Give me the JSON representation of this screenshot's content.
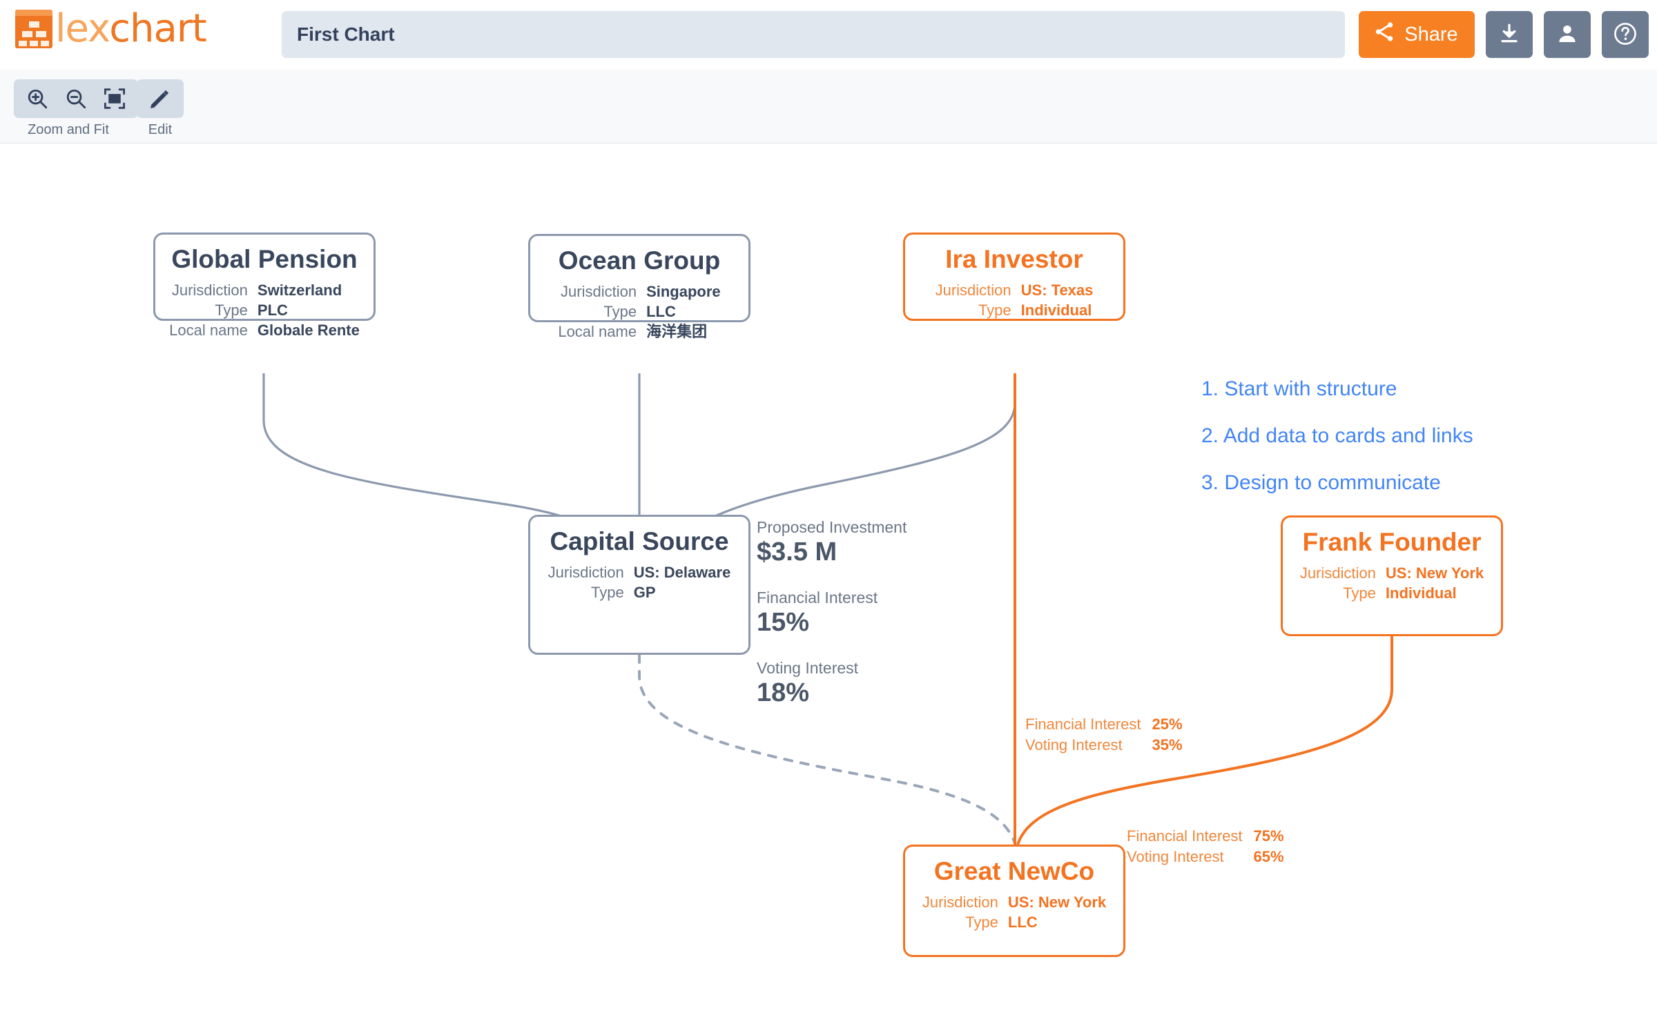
{
  "app": {
    "brand_lex": "lex",
    "brand_chart": "chart",
    "logo_icon": "lexchart-logo-icon"
  },
  "header": {
    "chart_title_value": "First Chart",
    "chart_title_placeholder": "Chart name",
    "share_label": "Share",
    "share_icon": "share-icon",
    "download_icon": "download-icon",
    "account_icon": "person-icon",
    "help_icon": "help-circle-icon",
    "accent_color": "#f37321",
    "gray_button_color": "#6d7b91"
  },
  "toolbar": {
    "zoom_in_icon": "zoom-in-icon",
    "zoom_out_icon": "zoom-out-icon",
    "fit_icon": "fit-to-screen-icon",
    "zoom_group_label": "Zoom and Fit",
    "edit_icon": "pencil-icon",
    "edit_label": "Edit"
  },
  "steps": [
    "1. Start with structure",
    "2. Add data to cards and links",
    "3. Design to communicate"
  ],
  "chart_data": {
    "type": "diagram",
    "title": "First Chart",
    "nodes": [
      {
        "id": "global-pension",
        "title": "Global Pension",
        "color": "gray",
        "attrs": [
          {
            "key": "Jurisdiction",
            "value": "Switzerland"
          },
          {
            "key": "Type",
            "value": "PLC"
          },
          {
            "key": "Local name",
            "value": "Globale Rente"
          }
        ]
      },
      {
        "id": "ocean-group",
        "title": "Ocean Group",
        "color": "gray",
        "attrs": [
          {
            "key": "Jurisdiction",
            "value": "Singapore"
          },
          {
            "key": "Type",
            "value": "LLC"
          },
          {
            "key": "Local name",
            "value": "海洋集团"
          }
        ]
      },
      {
        "id": "ira-investor",
        "title": "Ira Investor",
        "color": "orange",
        "attrs": [
          {
            "key": "Jurisdiction",
            "value": "US: Texas"
          },
          {
            "key": "Type",
            "value": "Individual"
          }
        ]
      },
      {
        "id": "capital-source",
        "title": "Capital Source",
        "color": "gray",
        "attrs": [
          {
            "key": "Jurisdiction",
            "value": "US: Delaware"
          },
          {
            "key": "Type",
            "value": "GP"
          }
        ]
      },
      {
        "id": "frank-founder",
        "title": "Frank Founder",
        "color": "orange",
        "attrs": [
          {
            "key": "Jurisdiction",
            "value": "US: New York"
          },
          {
            "key": "Type",
            "value": "Individual"
          }
        ]
      },
      {
        "id": "great-newco",
        "title": "Great NewCo",
        "color": "orange",
        "attrs": [
          {
            "key": "Jurisdiction",
            "value": "US: New York"
          },
          {
            "key": "Type",
            "value": "LLC"
          }
        ]
      }
    ],
    "links": [
      {
        "from": "global-pension",
        "to": "capital-source",
        "style": "solid",
        "color": "gray"
      },
      {
        "from": "ocean-group",
        "to": "capital-source",
        "style": "solid",
        "color": "gray"
      },
      {
        "from": "ira-investor",
        "to": "capital-source",
        "style": "solid",
        "color": "gray"
      },
      {
        "from": "capital-source",
        "to": "great-newco",
        "style": "dashed",
        "color": "gray"
      },
      {
        "from": "ira-investor",
        "to": "great-newco",
        "style": "solid",
        "color": "orange"
      },
      {
        "from": "frank-founder",
        "to": "great-newco",
        "style": "solid",
        "color": "orange"
      }
    ],
    "link_metrics": {
      "capital_source": [
        {
          "label": "Proposed Investment",
          "value": "$3.5 M"
        },
        {
          "label": "Financial Interest",
          "value": "15%"
        },
        {
          "label": "Voting Interest",
          "value": "18%"
        }
      ],
      "ira_to_newco": [
        {
          "key": "Financial Interest",
          "value": "25%"
        },
        {
          "key": "Voting Interest",
          "value": "35%"
        }
      ],
      "frank_to_newco": [
        {
          "key": "Financial Interest",
          "value": "75%"
        },
        {
          "key": "Voting Interest",
          "value": "65%"
        }
      ]
    }
  }
}
